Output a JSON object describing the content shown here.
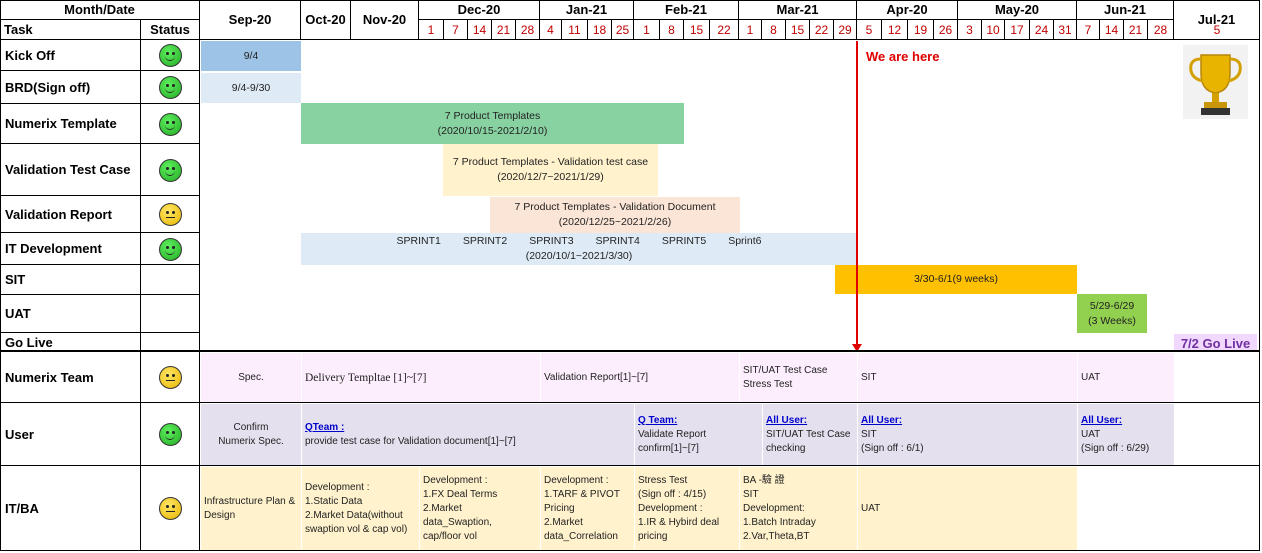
{
  "colors": {
    "green_status": "#22aa22",
    "yellow_status": "#e8b400",
    "marker_red": "#e00000",
    "day_red": "#c00000",
    "kickoff_bar": "#9dc3e6",
    "brd_bar": "#deebf7",
    "template_bar": "#88d1a1",
    "testcase_bar": "#fff2cc",
    "report_bar": "#fbe5d6",
    "itdev_bar": "#deebf7",
    "sit_bar": "#ffc000",
    "uat_bar": "#92d050",
    "golive_bar": "#f0d8ff",
    "golive_text": "#7030a0",
    "numerix_row": "#fdeefd",
    "user_row": "#e4e0ee",
    "itba_row": "#fff2cc"
  },
  "header": {
    "month_date": "Month/Date",
    "task": "Task",
    "status": "Status",
    "months": [
      "Sep-20",
      "Oct-20",
      "Nov-20",
      "Dec-20",
      "Jan-21",
      "Feb-21",
      "Mar-21",
      "Apr-20",
      "May-20",
      "Jun-21",
      "Jul-21"
    ],
    "days": [
      "1",
      "7",
      "14",
      "21",
      "28",
      "4",
      "11",
      "18",
      "25",
      "1",
      "8",
      "15",
      "22",
      "1",
      "8",
      "15",
      "22",
      "29",
      "5",
      "12",
      "19",
      "26",
      "3",
      "10",
      "17",
      "24",
      "31",
      "7",
      "14",
      "21",
      "28",
      "5"
    ]
  },
  "tasks": [
    {
      "name": "Kick Off",
      "status": "green"
    },
    {
      "name": "BRD(Sign off)",
      "status": "green"
    },
    {
      "name": "Numerix Template",
      "status": "green"
    },
    {
      "name": "Validation Test Case",
      "status": "green"
    },
    {
      "name": "Validation Report",
      "status": "yellow"
    },
    {
      "name": "IT Development",
      "status": "green"
    },
    {
      "name": "SIT",
      "status": ""
    },
    {
      "name": "UAT",
      "status": ""
    },
    {
      "name": "Go Live",
      "status": ""
    }
  ],
  "bars": {
    "kickoff": "9/4",
    "brd": "9/4-9/30",
    "template": [
      "7 Product Templates",
      "(2020/10/15-2021/2/10)"
    ],
    "testcase": [
      "7 Product Templates - Validation test case",
      "(2020/12/7~2021/1/29)"
    ],
    "report": [
      "7 Product Templates - Validation Document",
      "(2020/12/25~2021/2/26)"
    ],
    "sprints": [
      "SPRINT1",
      "SPRINT2",
      "SPRINT3",
      "SPRINT4",
      "SPRINT5",
      "Sprint6"
    ],
    "itdev_range": "(2020/10/1~2021/3/30)",
    "sit": "3/30-6/1(9 weeks)",
    "uat": [
      "5/29-6/29",
      "(3 Weeks)"
    ],
    "golive": "7/2 Go Live"
  },
  "marker": {
    "label": "We are here"
  },
  "teams": [
    {
      "name": "Numerix Team",
      "status": "yellow",
      "cells": [
        {
          "lines": [
            "Spec."
          ]
        },
        {
          "lines": [
            "Delivery Templtae [1]~[7]"
          ]
        },
        {
          "lines": [
            "Validation Report[1]~[7]"
          ]
        },
        {
          "lines": [
            "SIT/UAT Test Case",
            "Stress Test"
          ]
        },
        {
          "lines": [
            "SIT"
          ]
        },
        {
          "lines": [
            "UAT"
          ]
        }
      ]
    },
    {
      "name": "User",
      "status": "green",
      "cells": [
        {
          "lines": [
            "Confirm",
            "Numerix Spec."
          ]
        },
        {
          "link": "QTeam :",
          "lines": [
            "provide test case for Validation document[1]~[7]"
          ]
        },
        {
          "link": "Q Team:",
          "lines": [
            "Validate Report",
            "confirm[1]~[7]"
          ]
        },
        {
          "link": "All User:",
          "lines": [
            "SIT/UAT Test Case",
            "checking"
          ]
        },
        {
          "link": "All User:",
          "lines": [
            "SIT",
            "(Sign off : 6/1)"
          ]
        },
        {
          "link": "All User:",
          "lines": [
            "UAT",
            "(Sign off : 6/29)"
          ]
        }
      ]
    },
    {
      "name": "IT/BA",
      "status": "yellow",
      "cells": [
        {
          "lines": [
            "Infrastructure Plan &",
            "Design"
          ]
        },
        {
          "lines": [
            "Development :",
            "1.Static Data",
            "2.Market Data(without",
            "swaption vol & cap vol)"
          ]
        },
        {
          "lines": [
            "Development :",
            "1.FX Deal Terms",
            "2.Market",
            "data_Swaption,",
            "cap/floor vol"
          ]
        },
        {
          "lines": [
            "Development :",
            "1.TARF & PIVOT",
            "Pricing",
            "2.Market",
            "data_Correlation"
          ]
        },
        {
          "lines": [
            "Stress Test",
            "(Sign off : 4/15)",
            "Development :",
            "1.IR & Hybird deal",
            "pricing"
          ]
        },
        {
          "lines": [
            "BA -驗 證",
            "SIT",
            "Development:",
            "1.Batch Intraday",
            "2.Var,Theta,BT"
          ]
        },
        {
          "lines": [
            "UAT"
          ]
        }
      ]
    }
  ]
}
